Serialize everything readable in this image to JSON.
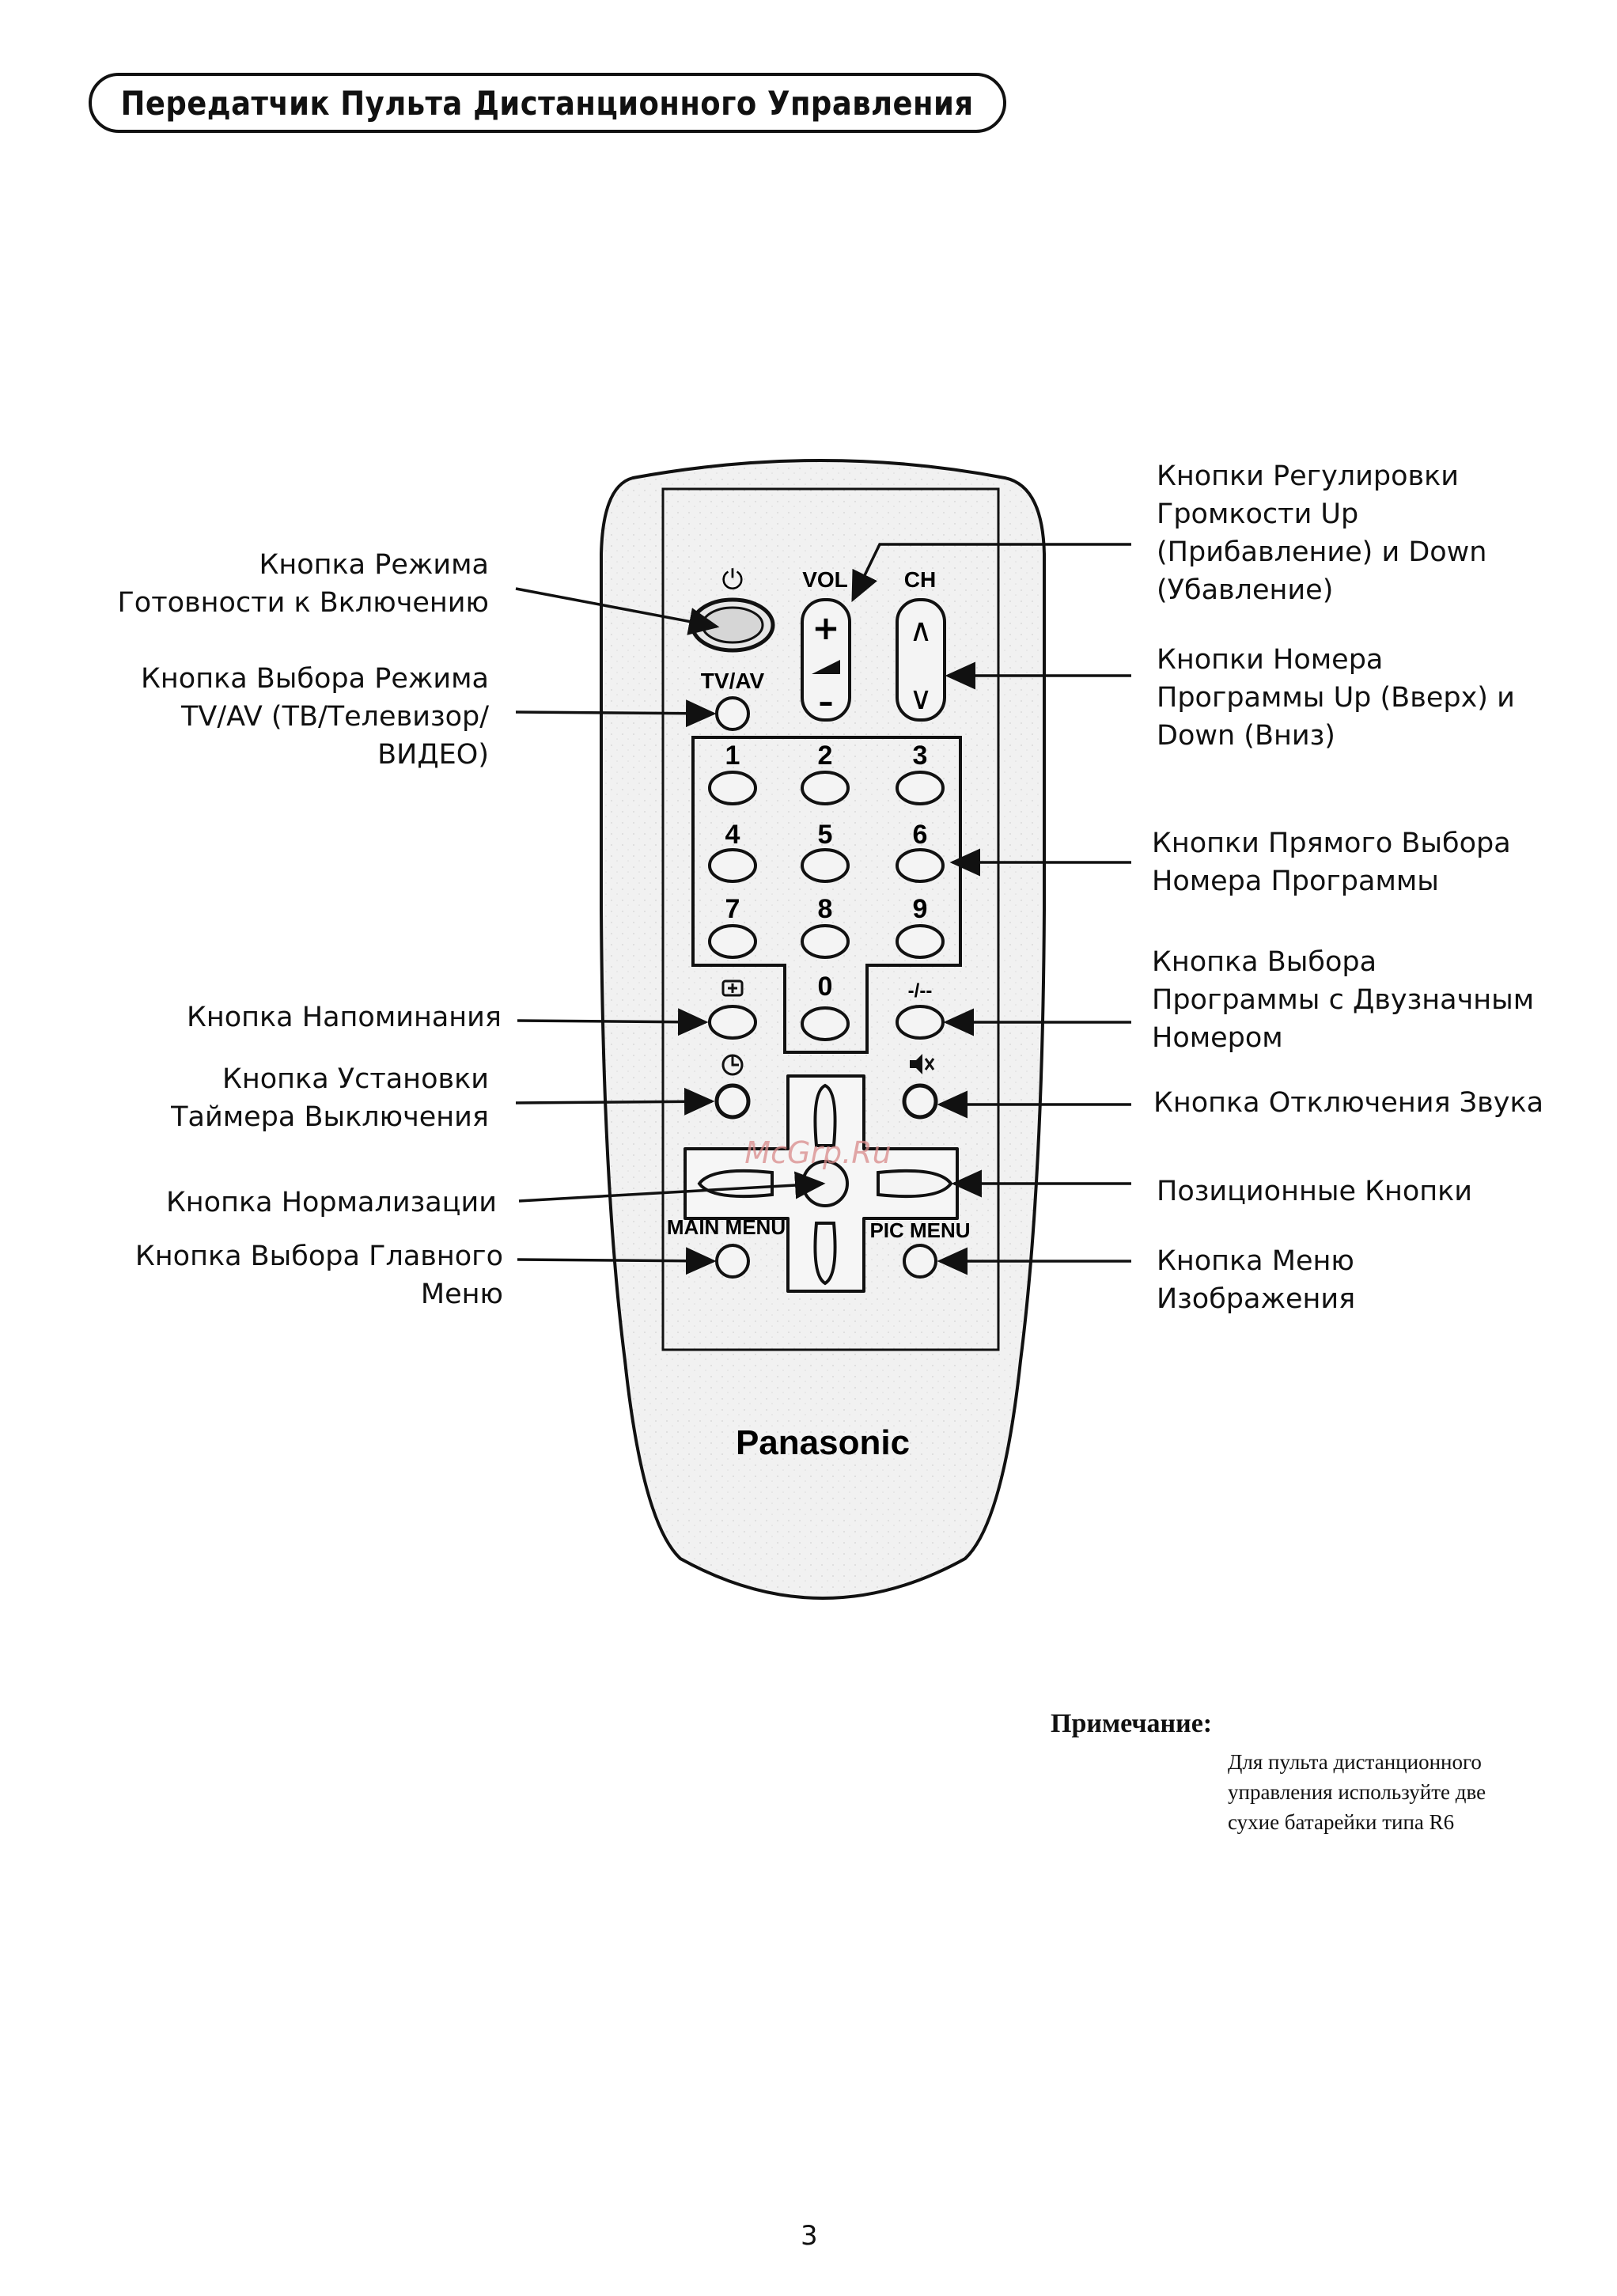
{
  "page": {
    "title": "Передатчик Пульта Дистанционного Управления",
    "page_number": "3"
  },
  "remote": {
    "brand": "Panasonic",
    "watermark": "McGrp.Ru",
    "buttons": {
      "power_symbol": "⏻",
      "vol": "VOL",
      "ch": "CH",
      "tv_av": "TV/AV",
      "vol_plus": "+",
      "vol_minus": "–",
      "ch_up": "∧",
      "ch_down": "∨",
      "digits": [
        "1",
        "2",
        "3",
        "4",
        "5",
        "6",
        "7",
        "8",
        "9",
        "0"
      ],
      "two_digit": "-/--",
      "main_menu": "MAIN MENU",
      "pic_menu": "PIC MENU"
    }
  },
  "labels": {
    "standby": "Кнопка Режима\nГотовности к Включению",
    "tv_av": "Кнопка Выбора Режима\nTV/AV (ТВ/Телевизор/\nВИДЕО)",
    "reminder": "Кнопка Напоминания",
    "off_timer": "Кнопка Установки\nТаймера Выключения",
    "normalize": "Кнопка Нормализации",
    "main_menu": "Кнопка Выбора Главного\nМеню",
    "volume": "Кнопки Регулировки\nГромкости Up\n(Прибавление) и Down\n(Убавление)",
    "channel": "Кнопки Номера\nПрограммы Up (Вверх) и\nDown (Вниз)",
    "direct": "Кнопки Прямого Выбора\nНомера Программы",
    "two_digit": "Кнопка Выбора\nПрограммы с Двузначным\nНомером",
    "mute": "Кнопка Отключения Звука",
    "position": "Позиционные Кнопки",
    "pic_menu": "Кнопка Меню\nИзображения"
  },
  "note": {
    "title": "Примечание:",
    "text": "Для пульта дистанционного\nуправления используйте две\nсухие батарейки типа R6"
  }
}
